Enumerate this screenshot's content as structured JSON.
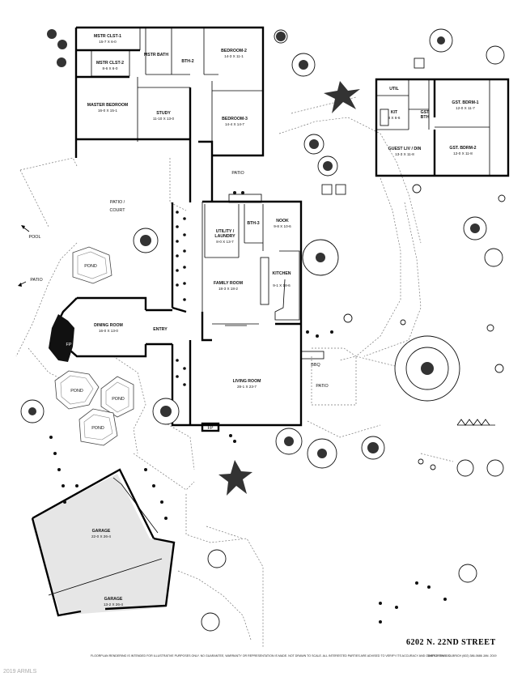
{
  "rooms": {
    "mstr_clst_1": {
      "name": "MSTR CLST-1",
      "dim": "15-7 X 6-0"
    },
    "mstr_clst_2": {
      "name": "MSTR CLST-2",
      "dim": "8-6 X 6-0"
    },
    "mstr_bath": {
      "name": "MSTR BATH"
    },
    "bth_2": {
      "name": "BTH-2"
    },
    "bedroom_2": {
      "name": "BEDROOM-2",
      "dim": "14-3 X 11-1"
    },
    "master_bedroom": {
      "name": "MASTER BEDROOM",
      "dim": "16-0 X 15-1"
    },
    "study": {
      "name": "STUDY",
      "dim": "11-10 X 13-0"
    },
    "bedroom_3": {
      "name": "BEDROOM-3",
      "dim": "14-4 X 14-7"
    },
    "utility": {
      "name1": "UTILITY /",
      "name2": "LAUNDRY",
      "dim": "8-0 X 13-7"
    },
    "bth_3": {
      "name": "BTH-3"
    },
    "nook": {
      "name": "NOOK",
      "dim": "9-8 X 10-6"
    },
    "kitchen": {
      "name": "KITCHEN",
      "dim": "9-1 X 18-6"
    },
    "family_room": {
      "name": "FAMILY ROOM",
      "dim": "18-3 X 18-2"
    },
    "dining_room": {
      "name": "DINING ROOM",
      "dim": "16-0 X 13-0"
    },
    "entry": {
      "name": "ENTRY"
    },
    "living_room": {
      "name": "LIVING ROOM",
      "dim": "28-1 X 23-7"
    },
    "garage_1": {
      "name": "GARAGE",
      "dim": "22-0 X 26-4"
    },
    "garage_2": {
      "name": "GARAGE",
      "dim": "13-2 X 26-4"
    },
    "util_guest": {
      "name": "UTIL"
    },
    "kit_guest": {
      "name": "KIT",
      "dim": "8 X 6-6"
    },
    "gst_bth": {
      "name1": "GST",
      "name2": "BTH"
    },
    "gst_bdrm_1": {
      "name": "GST. BDRM-1",
      "dim": "12-0 X 11-7"
    },
    "gst_bdrm_2": {
      "name": "GST. BDRM-2",
      "dim": "12-0 X 11-8"
    },
    "guest_liv": {
      "name": "GUEST LIV / DIN",
      "dim": "13-3 X 11-8"
    }
  },
  "labels": {
    "patio_top": "PATIO",
    "patio_court_1": "PATIO /",
    "patio_court_2": "COURT",
    "pool": "POOL",
    "patio_left": "PATIO",
    "patio_right": "PATIO",
    "bbq": "BBQ",
    "fp_dining": "FP",
    "fp_living": "FP",
    "pond_1": "POND",
    "pond_2": "POND",
    "pond_3": "POND",
    "pond_4": "POND"
  },
  "footer": {
    "address": "6202 N. 22ND STREET",
    "disclaimer": "FLOORPLAN RENDERING IS INTENDED FOR ILLUSTRATIVE PURPOSES ONLY.  NO GUARANTEE, WARRANTY OR REPRESENTATION IS MADE.  NOT DRAWN TO SCALE.  ALL INTERESTED PARTIES ARE ADVISED TO VERIFY ITS ACCURACY AND COMPLETENESS.",
    "sketch": "SKETCH BY:  L. OLBRICH  (602) 386-0686  JAN. 2019",
    "copyright": "2019 ARMLS"
  }
}
